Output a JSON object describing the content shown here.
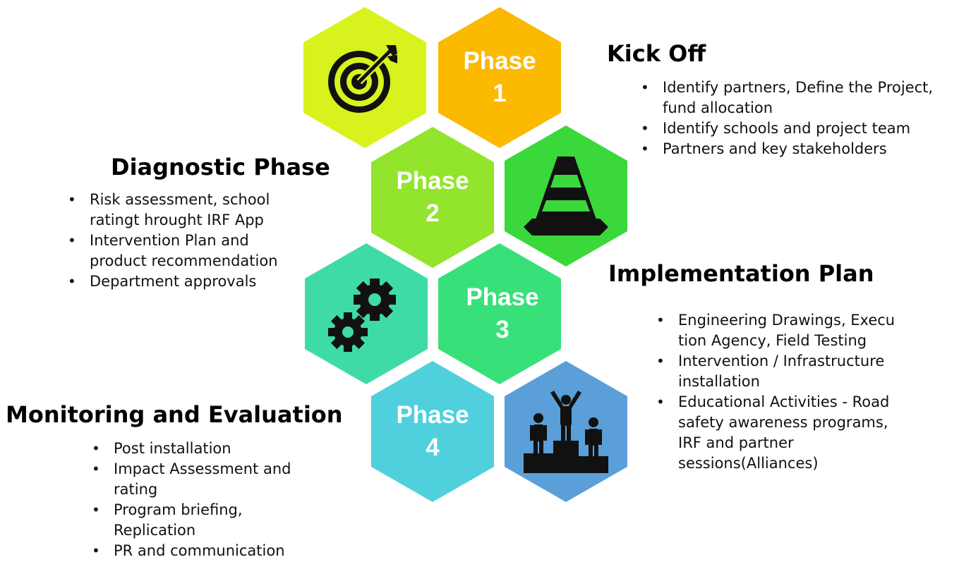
{
  "colors": {
    "hex_target": "#d7f21c",
    "hex_phase1": "#fbb900",
    "hex_phase2": "#92e42c",
    "hex_cone": "#3ad83a",
    "hex_gears": "#3edba6",
    "hex_phase3": "#38e07a",
    "hex_phase4": "#4fd0dc",
    "hex_podium": "#5a9fd8"
  },
  "icons": {
    "target": "target-icon",
    "cone": "traffic-cone-icon",
    "gears": "gears-icon",
    "podium": "podium-icon"
  },
  "phases": [
    {
      "word": "Phase",
      "number": "1"
    },
    {
      "word": "Phase",
      "number": "2"
    },
    {
      "word": "Phase",
      "number": "3"
    },
    {
      "word": "Phase",
      "number": "4"
    }
  ],
  "sections": {
    "kickoff": {
      "title": "Kick Off",
      "items": [
        "Identify partners, Define the Project, fund allocation",
        "Identify schools and project team",
        "Partners and key stakeholders"
      ]
    },
    "diagnostic": {
      "title": "Diagnostic Phase",
      "items": [
        "Risk assessment, school ratingt hrought IRF App",
        "Intervention Plan and product recommendation",
        "Department approvals"
      ]
    },
    "implementation": {
      "title": "Implementation Plan",
      "items": [
        "Engineering Drawings, Execu tion Agency, Field Testing",
        "Intervention / Infrastructure installation",
        "Educational Activities - Road safety awareness programs, IRF and partner sessions(Alliances)"
      ]
    },
    "monitoring": {
      "title": "Monitoring and Evaluation",
      "items": [
        "Post installation",
        "Impact Assessment and rating",
        "Program briefing, Replication",
        "PR and communication"
      ]
    }
  }
}
